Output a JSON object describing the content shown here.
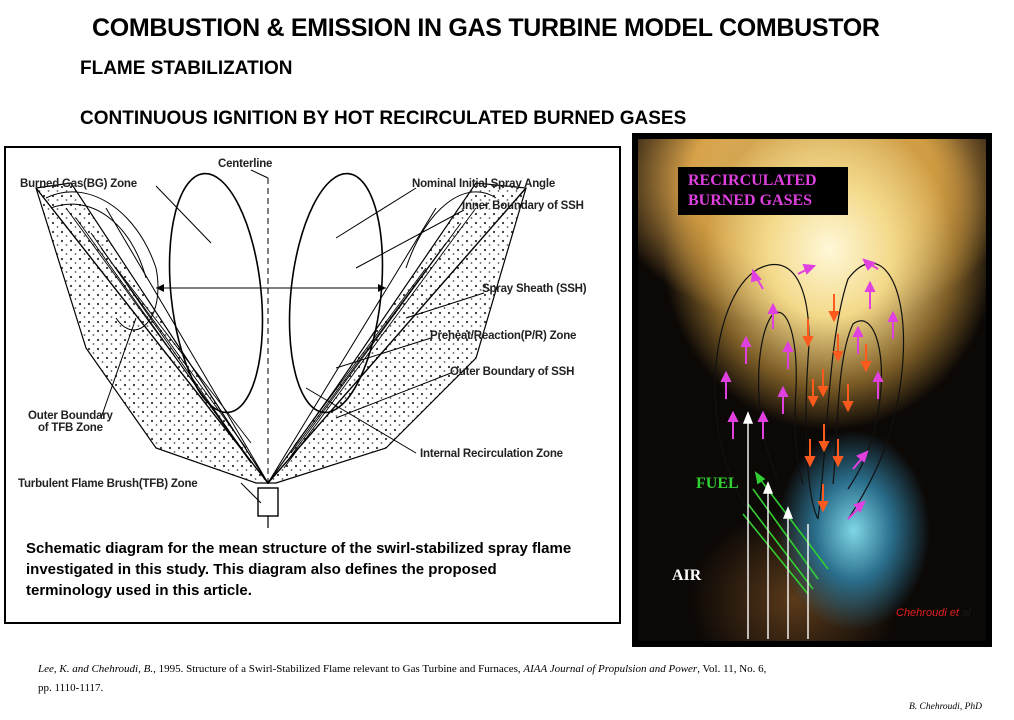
{
  "title": "COMBUSTION & EMISSION IN GAS TURBINE MODEL COMBUSTOR",
  "subtitle1": "FLAME STABILIZATION",
  "subtitle2": "CONTINUOUS IGNITION BY HOT RECIRCULATED BURNED GASES",
  "diagram": {
    "labels": {
      "centerline": "Centerline",
      "burned_gas_zone": "Burned Gas(BG) Zone",
      "nominal_spray_angle": "Nominal Initial Spray Angle",
      "inner_boundary": "Inner Boundary of SSH",
      "spray_sheath": "Spray Sheath (SSH)",
      "preheat_zone": "Preheat/Reaction(P/R) Zone",
      "outer_boundary_ssh": "Outer Boundary of SSH",
      "outer_boundary_tfb": "Outer Boundary\nof TFB Zone",
      "internal_recirculation": "Internal Recirculation Zone",
      "turbulent_flame_brush": "Turbulent Flame Brush(TFB) Zone"
    },
    "caption": "Schematic diagram for the mean structure of the swirl-stabilized spray flame investigated in this study. This diagram also defines the proposed terminology used in this article."
  },
  "photo": {
    "recirculated_label": "RECIRCULATED BURNED GASES",
    "fuel_label": "FUEL",
    "air_label": "AIR",
    "credit_name": "Chehroudi et",
    "credit_suffix": " al",
    "colors": {
      "recirc_arrow": "#e040e0",
      "down_arrow": "#ff5a1e",
      "fuel_arrow": "#30d030",
      "air_arrow": "#ffffff",
      "label_magenta": "#e040e0"
    }
  },
  "reference": {
    "authors": "Lee, K. and Chehroudi, B.,",
    "year_title": " 1995.  Structure of a Swirl-Stabilized  Flame  relevant to Gas Turbine and Furnaces, ",
    "journal": "AIAA Journal of Propulsion and Power",
    "volume": ", Vol. 11, No. 6,",
    "pages": "pp. 1110-1117."
  },
  "author_signature": "B. Chehroudi, PhD"
}
